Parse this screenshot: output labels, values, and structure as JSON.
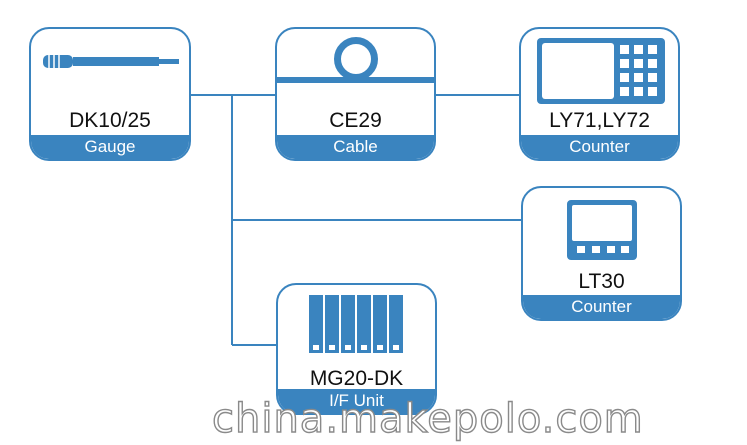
{
  "nodes": {
    "gauge": {
      "model": "DK10/25",
      "category": "Gauge"
    },
    "cable": {
      "model": "CE29",
      "category": "Cable"
    },
    "counter_ly": {
      "model": "LY71,LY72",
      "category": "Counter"
    },
    "counter_lt": {
      "model": "LT30",
      "category": "Counter"
    },
    "interface": {
      "model": "MG20-DK",
      "category": "I/F Unit"
    }
  },
  "watermark": "china.makepolo.com",
  "colors": {
    "accent": "#3a84bf",
    "text": "#111111",
    "background": "#ffffff"
  },
  "icons": {
    "gauge": "probe-gauge-icon",
    "cable": "cable-coil-icon",
    "counter_ly": "counter-keypad-icon",
    "counter_lt": "counter-display-icon",
    "interface": "interface-unit-icon"
  }
}
